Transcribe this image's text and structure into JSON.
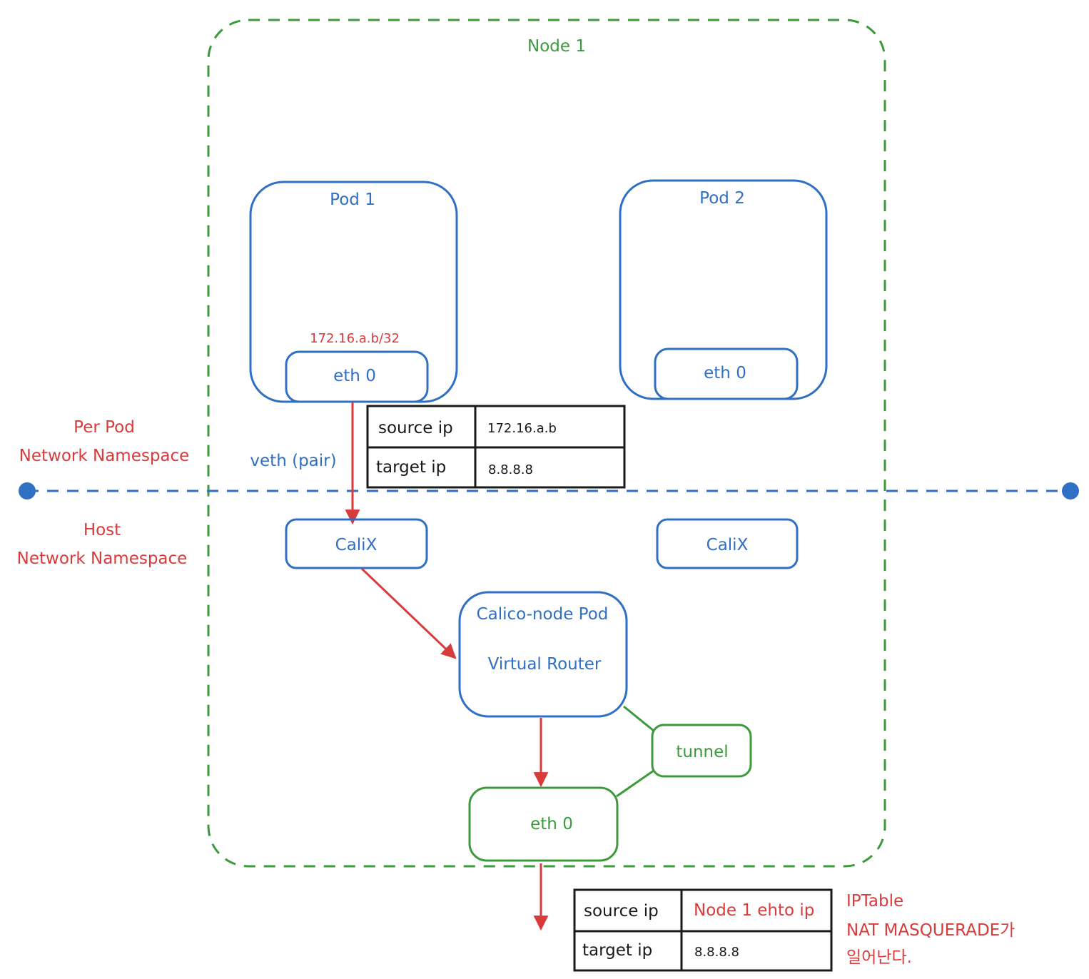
{
  "colors": {
    "blue": "#2f6fc4",
    "red": "#d93a3a",
    "green": "#3c9a3c",
    "black": "#1a1a1a"
  },
  "node": {
    "label": "Node 1"
  },
  "pods": [
    {
      "label": "Pod 1",
      "iface": "eth 0",
      "ip": "172.16.a.b/32"
    },
    {
      "label": "Pod 2",
      "iface": "eth 0"
    }
  ],
  "namespaces": {
    "per_pod": [
      "Per Pod",
      "Network Namespace"
    ],
    "host": [
      "Host",
      "Network Namespace"
    ]
  },
  "veth_label": "veth (pair)",
  "cali": [
    "CaliX",
    "CaliX"
  ],
  "router": {
    "title": "Calico-node Pod",
    "subtitle": "Virtual Router"
  },
  "tunnel_label": "tunnel",
  "host_iface": "eth 0",
  "packet_before": {
    "source_label": "source ip",
    "source_value": "172.16.a.b",
    "target_label": "target ip",
    "target_value": "8.8.8.8"
  },
  "packet_after": {
    "source_label": "source ip",
    "source_value": "Node 1 ehto ip",
    "target_label": "target ip",
    "target_value": "8.8.8.8"
  },
  "nat_note": [
    "IPTable",
    "NAT MASQUERADE가",
    "일어난다."
  ]
}
